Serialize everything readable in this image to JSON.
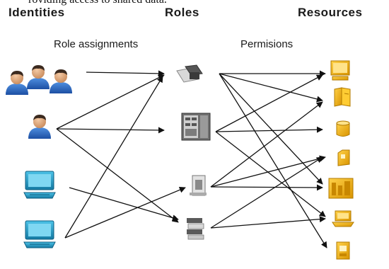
{
  "header_text": "roviding access to shared data.",
  "columns": {
    "identities": "Identities",
    "roles": "Roles",
    "resources": "Resources"
  },
  "subtitles": {
    "role_assignments": "Role assignments",
    "permissions": "Permisions"
  },
  "nodes": {
    "identities": [
      "users-group-icon",
      "user-icon",
      "computer-icon",
      "computer-icon"
    ],
    "roles": [
      "folders-icon",
      "server-panel-icon",
      "device-icon",
      "stack-icon"
    ],
    "resources": [
      "monitor-icon",
      "book-icon",
      "cylinder-icon",
      "folder-icon",
      "building-icon",
      "laptop-icon",
      "document-icon"
    ]
  },
  "colors": {
    "person_blue": "#2f6fc9",
    "computer_teal": "#1f8fb8",
    "resource_gold": "#e8a800",
    "arrow": "#111111"
  }
}
